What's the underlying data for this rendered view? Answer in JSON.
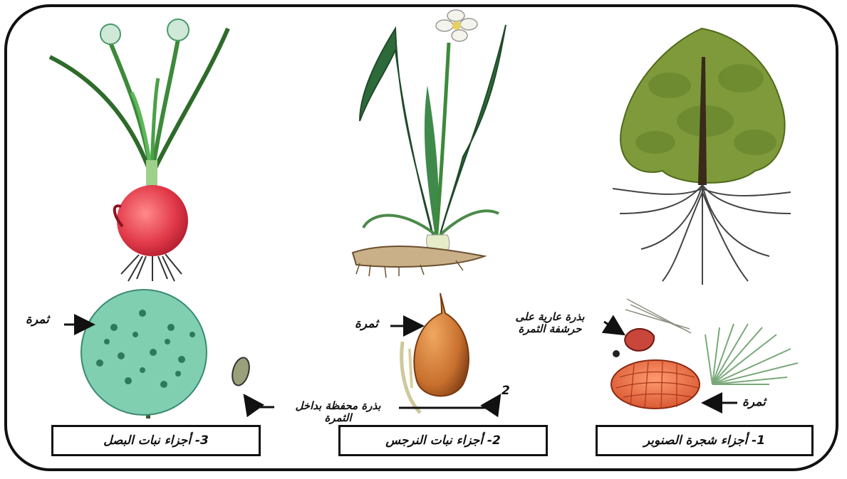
{
  "captions": {
    "onion": "3- أجزاء نبات البصل",
    "narcissus": "2- أجزاء نبات النرجس",
    "pine": "1- أجزاء شجرة الصنوبر"
  },
  "labels": {
    "onion_fruit": "ثمرة",
    "narcissus_fruit": "ثمرة",
    "narcissus_seed_line1": "بذرة محفظة بداخل",
    "narcissus_seed_line2": "الثمرة",
    "narcissus_number": "2",
    "pine_seed_line1": "بذرة عارية على",
    "pine_seed_line2": "حرشفة الثمرة",
    "pine_fruit": "ثمرة"
  },
  "colors": {
    "stroke": "#111111",
    "leaf_green": "#3d8a3a",
    "onion_red": "#e23a4a",
    "fruit_brown": "#c8702e",
    "cone_orange": "#e86a3a",
    "tree_green": "#7f9a3a",
    "cluster_green": "#6fbfa0"
  },
  "icons": {
    "onion_plant": "onion-plant-illustration",
    "narcissus_plant": "narcissus-plant-illustration",
    "pine_tree": "pine-tree-illustration",
    "onion_cluster": "onion-flower-cluster",
    "onion_seed": "onion-seed",
    "narcissus_fruit": "narcissus-fruit-capsule",
    "pine_cone": "pine-cone",
    "pine_seed": "pine-seed",
    "pine_needles": "pine-needles"
  }
}
